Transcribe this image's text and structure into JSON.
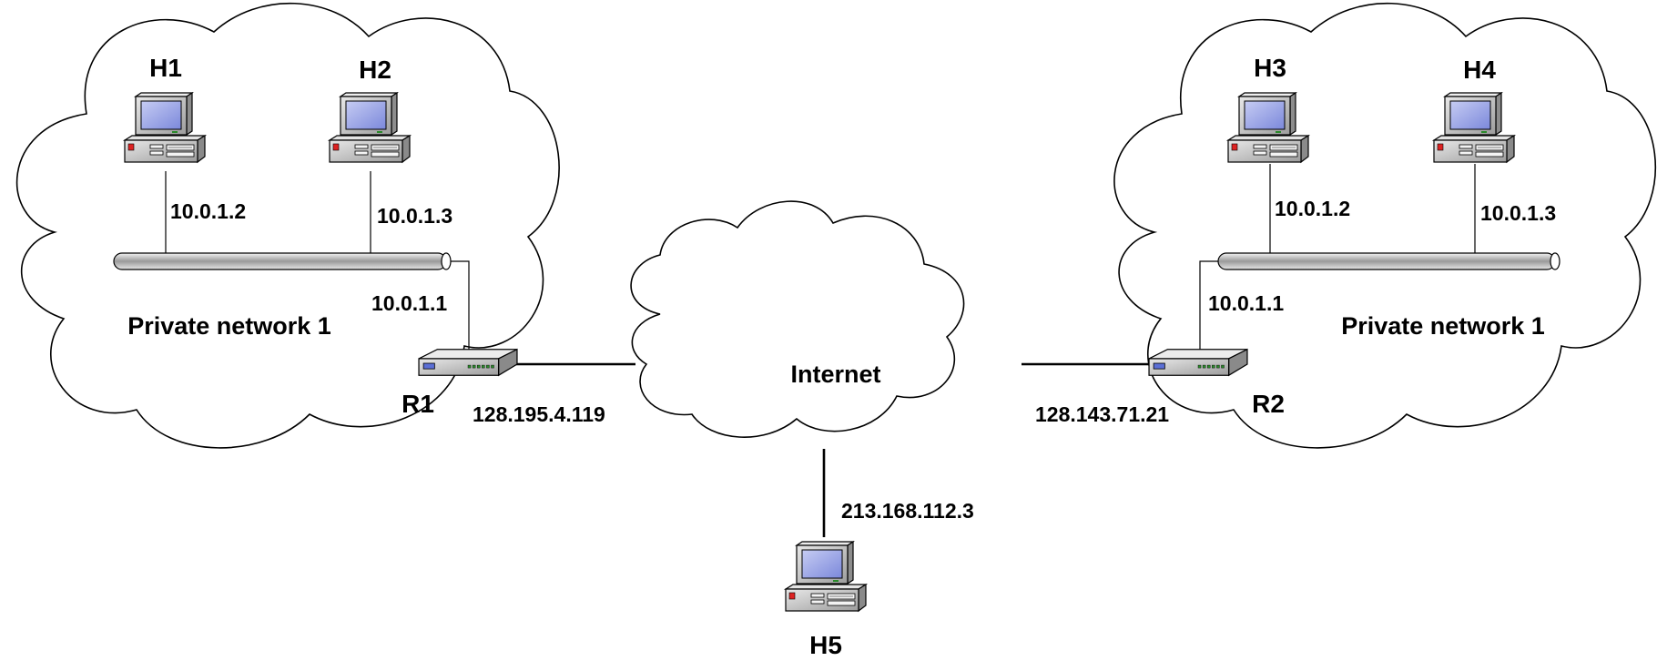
{
  "diagram": {
    "private_network_left": {
      "label": "Private network 1",
      "hosts": [
        {
          "name": "H1",
          "ip": "10.0.1.2"
        },
        {
          "name": "H2",
          "ip": "10.0.1.3"
        }
      ],
      "router": {
        "name": "R1",
        "lan_ip": "10.0.1.1",
        "wan_ip": "128.195.4.119"
      }
    },
    "private_network_right": {
      "label": "Private network 1",
      "hosts": [
        {
          "name": "H3",
          "ip": "10.0.1.2"
        },
        {
          "name": "H4",
          "ip": "10.0.1.3"
        }
      ],
      "router": {
        "name": "R2",
        "lan_ip": "10.0.1.1",
        "wan_ip": "128.143.71.21"
      }
    },
    "internet": {
      "label": "Internet",
      "host": {
        "name": "H5",
        "ip": "213.168.112.3"
      }
    },
    "icons": [
      "cloud-icon",
      "desktop-computer-icon",
      "router-icon",
      "ethernet-bus-icon"
    ],
    "colors": {
      "screen": "#9aa7e6",
      "case": "#c8c8c8",
      "line": "#000000"
    }
  }
}
